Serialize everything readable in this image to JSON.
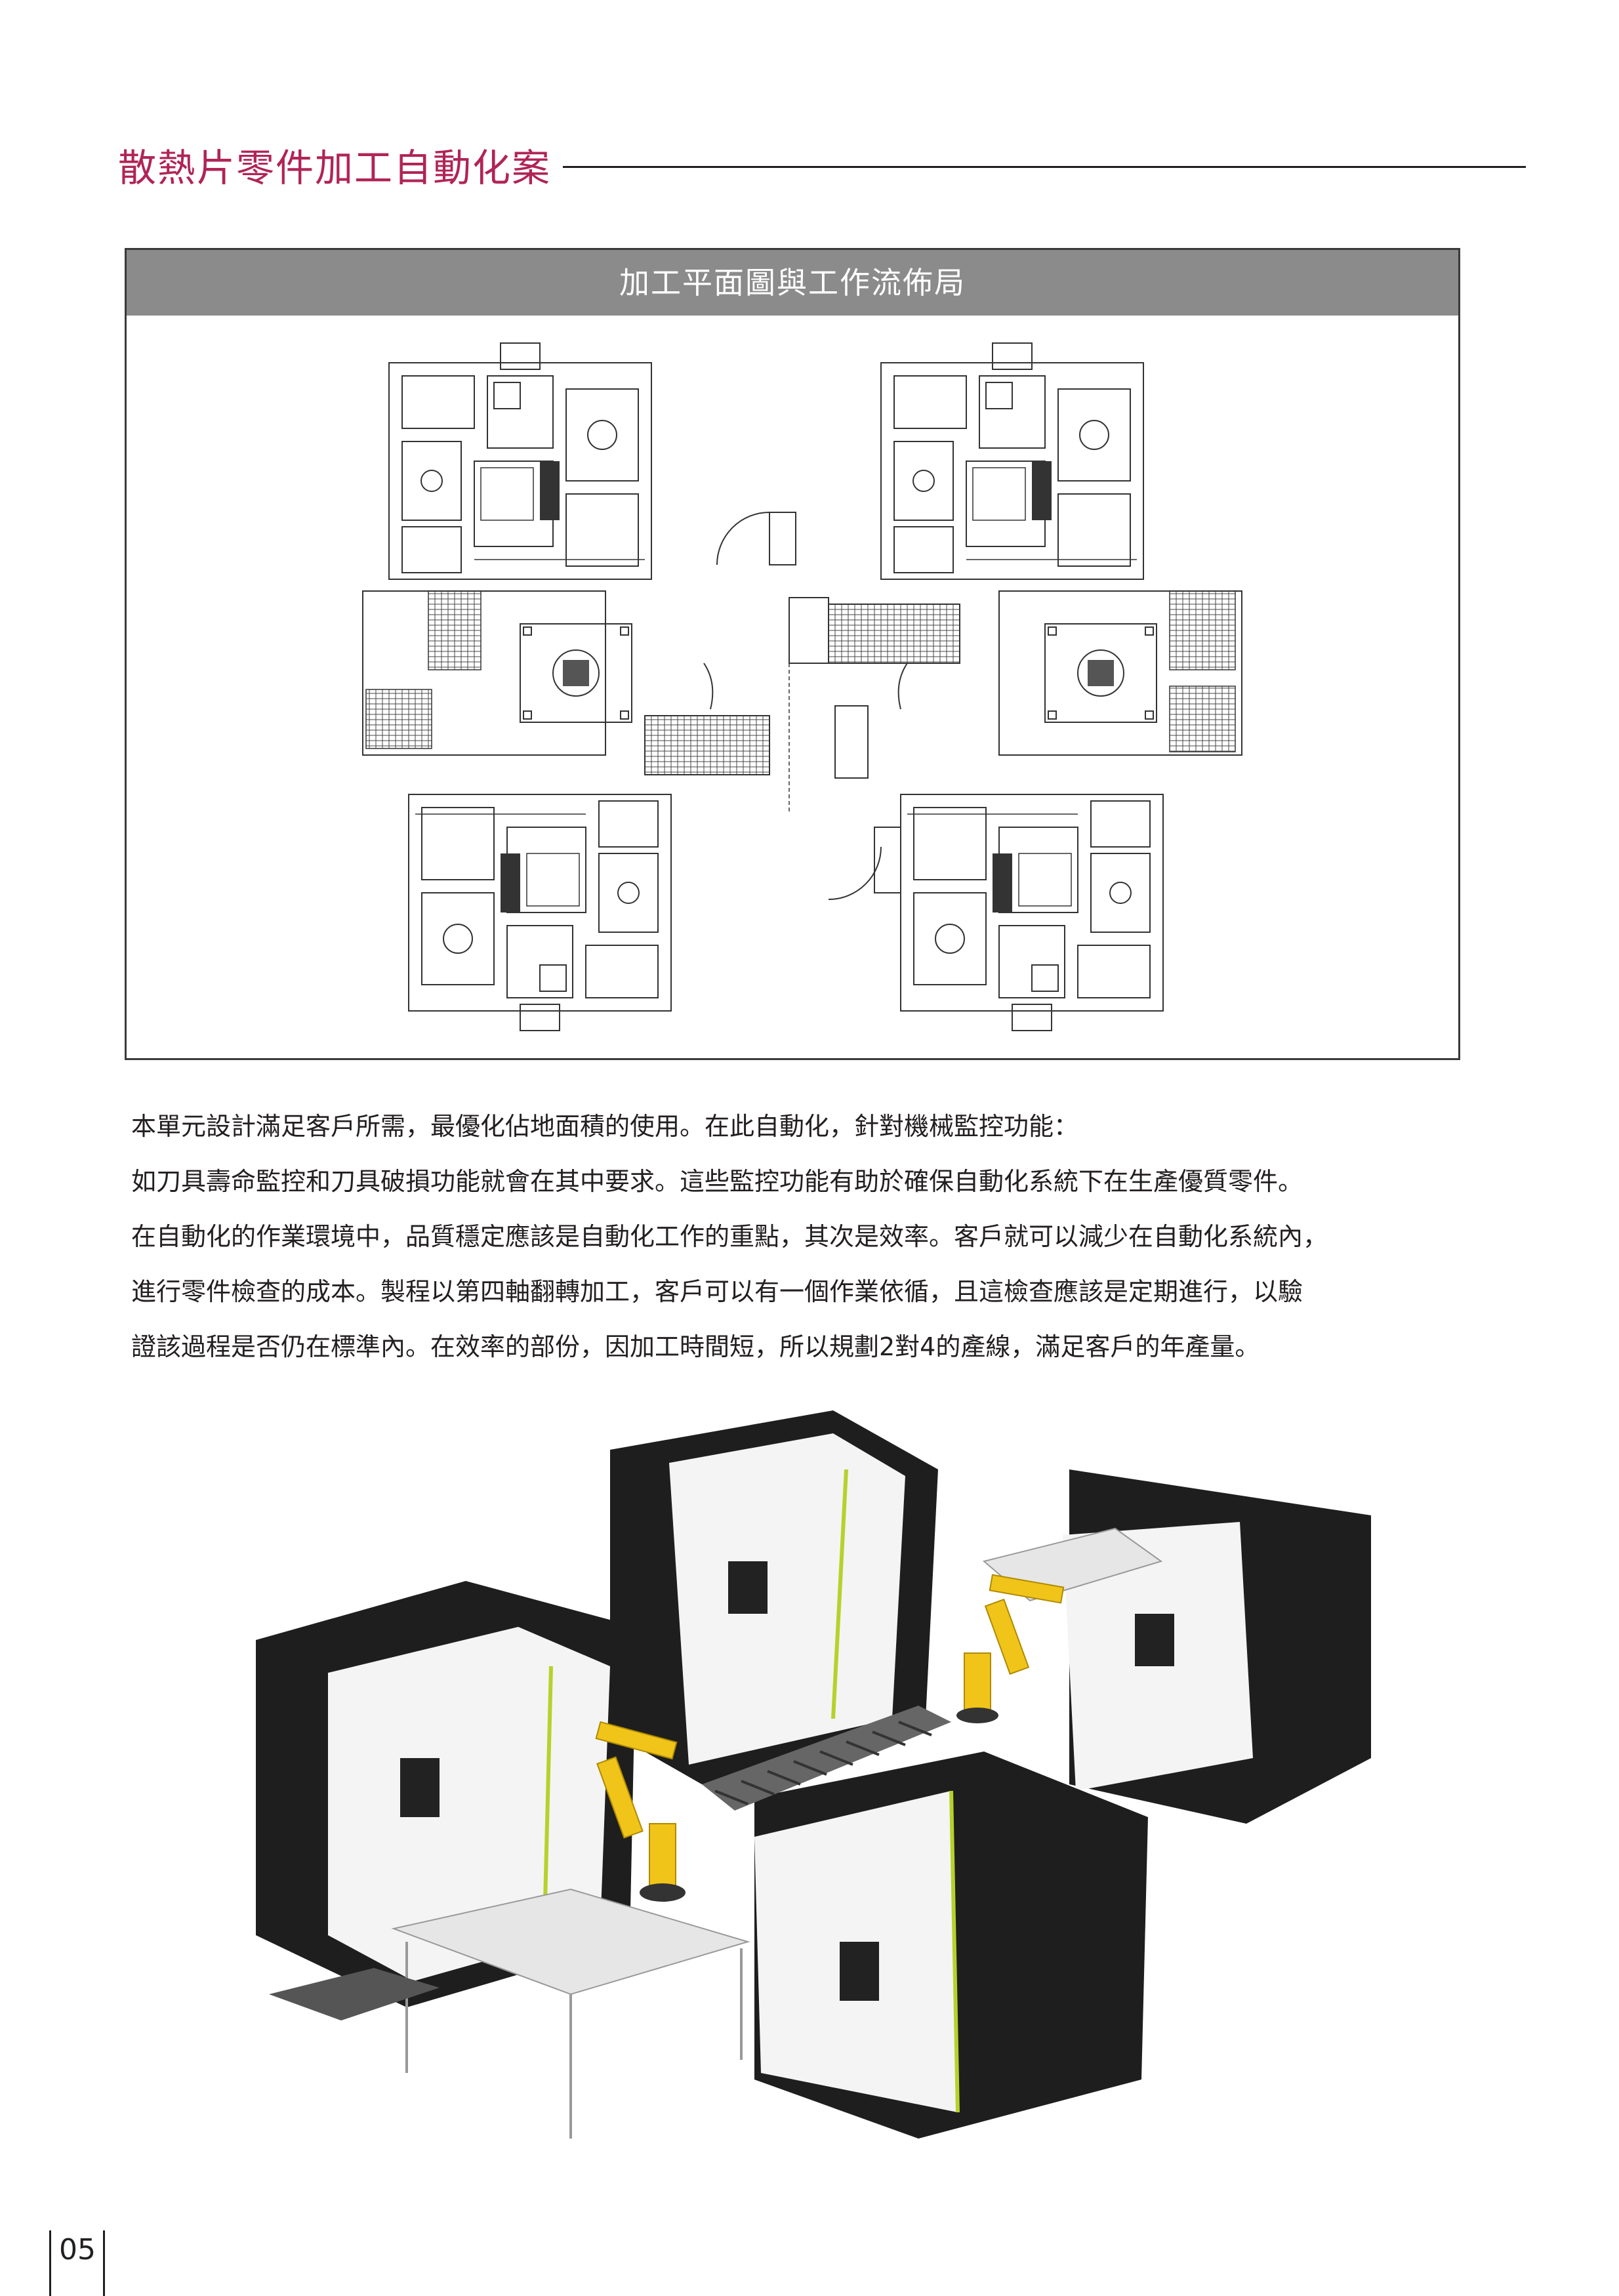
{
  "header": {
    "title": "散熱片零件加工自動化案"
  },
  "figure": {
    "caption": "加工平面圖與工作流佈局"
  },
  "body": {
    "lines": [
      "本單元設計滿足客戶所需，最優化佔地面積的使用。在此自動化，針對機械監控功能：",
      "如刀具壽命監控和刀具破損功能就會在其中要求。這些監控功能有助於確保自動化系統下在生產優質零件。",
      "在自動化的作業環境中，品質穩定應該是自動化工作的重點，其次是效率。客戶就可以減少在自動化系統內，",
      "進行零件檢查的成本。製程以第四軸翻轉加工，客戶可以有一個作業依循，且這檢查應該是定期進行，以驗",
      "證該過程是否仍在標準內。在效率的部份，因加工時間短，所以規劃2對4的產線，滿足客戶的年產量。"
    ]
  },
  "footer": {
    "page_number": "05"
  },
  "colors": {
    "title": "#b02456",
    "caption_bar": "#8b8b8b",
    "text": "#231f20",
    "robot": "#f0c419",
    "machine_dark": "#1e1e1e",
    "machine_light": "#f4f4f4",
    "accent_green": "#b7d12b"
  }
}
